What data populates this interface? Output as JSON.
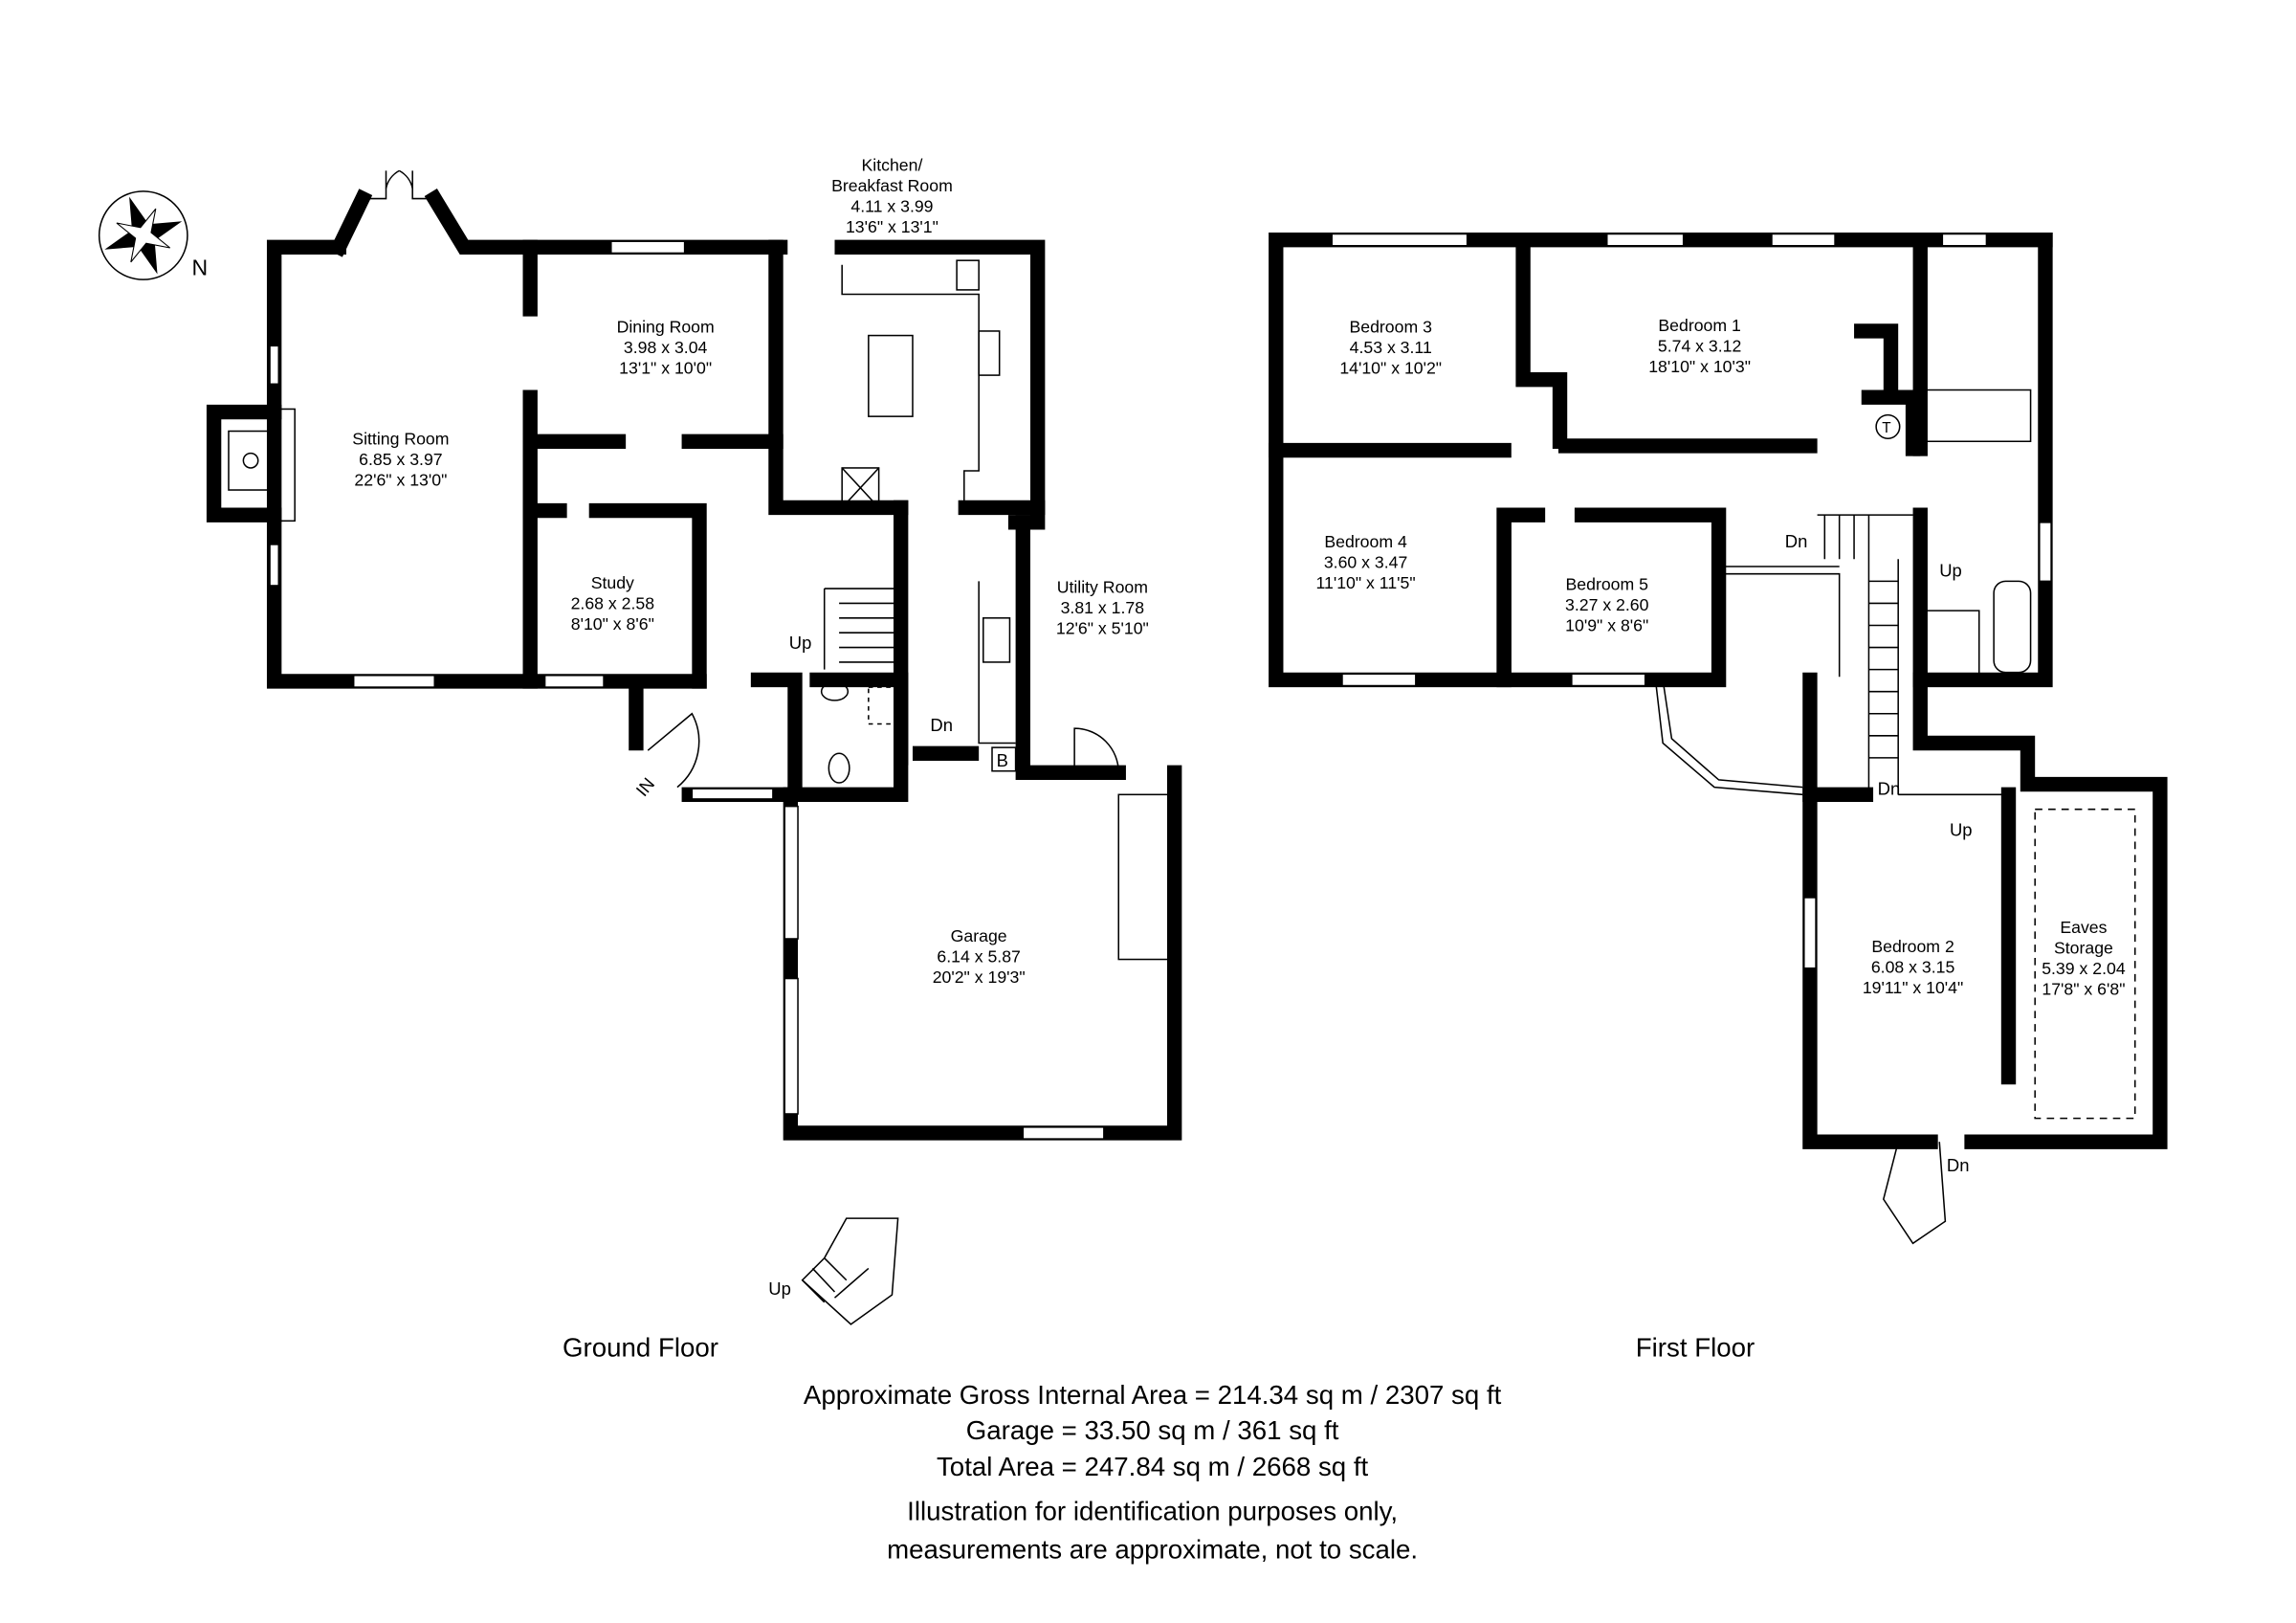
{
  "compass": {
    "label": "N"
  },
  "ground_floor": {
    "title": "Ground Floor",
    "rooms": [
      {
        "name": [
          "Kitchen/",
          "Breakfast Room"
        ],
        "metric": "4.11 x 3.99",
        "imperial": "13'6\" x 13'1\""
      },
      {
        "name": [
          "Dining Room"
        ],
        "metric": "3.98 x 3.04",
        "imperial": "13'1\" x 10'0\""
      },
      {
        "name": [
          "Sitting Room"
        ],
        "metric": "6.85 x 3.97",
        "imperial": "22'6\" x 13'0\""
      },
      {
        "name": [
          "Study"
        ],
        "metric": "2.68 x 2.58",
        "imperial": "8'10\" x 8'6\""
      },
      {
        "name": [
          "Utility Room"
        ],
        "metric": "3.81 x 1.78",
        "imperial": "12'6\" x 5'10\""
      },
      {
        "name": [
          "Garage"
        ],
        "metric": "6.14 x 5.87",
        "imperial": "20'2\" x 19'3\""
      }
    ],
    "markers": {
      "stairs_up": "Up",
      "stairs_down": "Dn",
      "boiler": "B",
      "entrance": "IN",
      "external_stairs_up": "Up"
    }
  },
  "first_floor": {
    "title": "First Floor",
    "rooms": [
      {
        "name": [
          "Bedroom 3"
        ],
        "metric": "4.53 x 3.11",
        "imperial": "14'10\" x 10'2\""
      },
      {
        "name": [
          "Bedroom 1"
        ],
        "metric": "5.74 x 3.12",
        "imperial": "18'10\" x 10'3\""
      },
      {
        "name": [
          "Bedroom 4"
        ],
        "metric": "3.60 x 3.47",
        "imperial": "11'10\" x 11'5\""
      },
      {
        "name": [
          "Bedroom 5"
        ],
        "metric": "3.27 x 2.60",
        "imperial": "10'9\" x 8'6\""
      },
      {
        "name": [
          "Bedroom 2"
        ],
        "metric": "6.08 x 3.15",
        "imperial": "19'11\" x 10'4\""
      },
      {
        "name": [
          "Eaves",
          "Storage"
        ],
        "metric": "5.39 x 2.04",
        "imperial": "17'8\" x 6'8\""
      }
    ],
    "markers": {
      "landing_down": "Dn",
      "bath_up": "Up",
      "bed2_down": "Dn",
      "bed2_up": "Up",
      "external_down": "Dn",
      "tank": "T"
    }
  },
  "summary": {
    "gross_internal_area": "Approximate Gross Internal Area = 214.34 sq m / 2307 sq ft",
    "garage_area": "Garage = 33.50 sq m / 361 sq ft",
    "total_area": "Total Area = 247.84 sq m / 2668 sq ft",
    "disclaimer_1": "Illustration for identification purposes only,",
    "disclaimer_2": "measurements are approximate, not to scale."
  }
}
